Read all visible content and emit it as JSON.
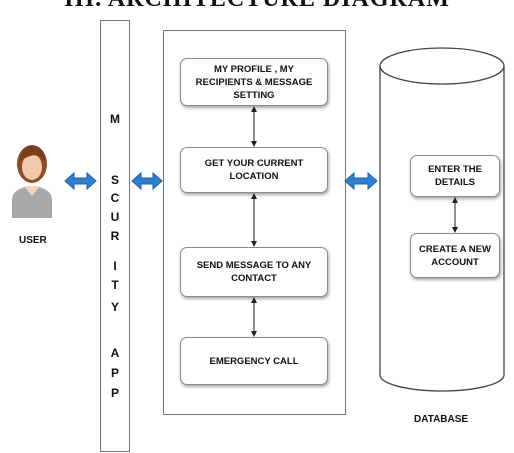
{
  "heading": "III.        ARCHITECTURE DIAGRAM",
  "user": {
    "icon": "user-avatar-icon",
    "label": "USER"
  },
  "security_app": {
    "letters": [
      "M",
      "S",
      "C",
      "U",
      "R",
      "I",
      "T",
      "Y",
      "A",
      "P",
      "P"
    ]
  },
  "app_panel": {
    "boxes": [
      "MY PROFILE , MY RECIPIENTS & MESSAGE SETTING",
      "GET YOUR CURRENT LOCATION",
      "SEND MESSAGE TO ANY CONTACT",
      "EMERGENCY CALL"
    ]
  },
  "database": {
    "label": "DATABASE",
    "boxes": [
      "ENTER THE DETAILS",
      "CREATE A NEW ACCOUNT"
    ]
  },
  "colors": {
    "arrow_fill": "#2e7fd1",
    "arrow_stroke": "#1f5fa3"
  }
}
